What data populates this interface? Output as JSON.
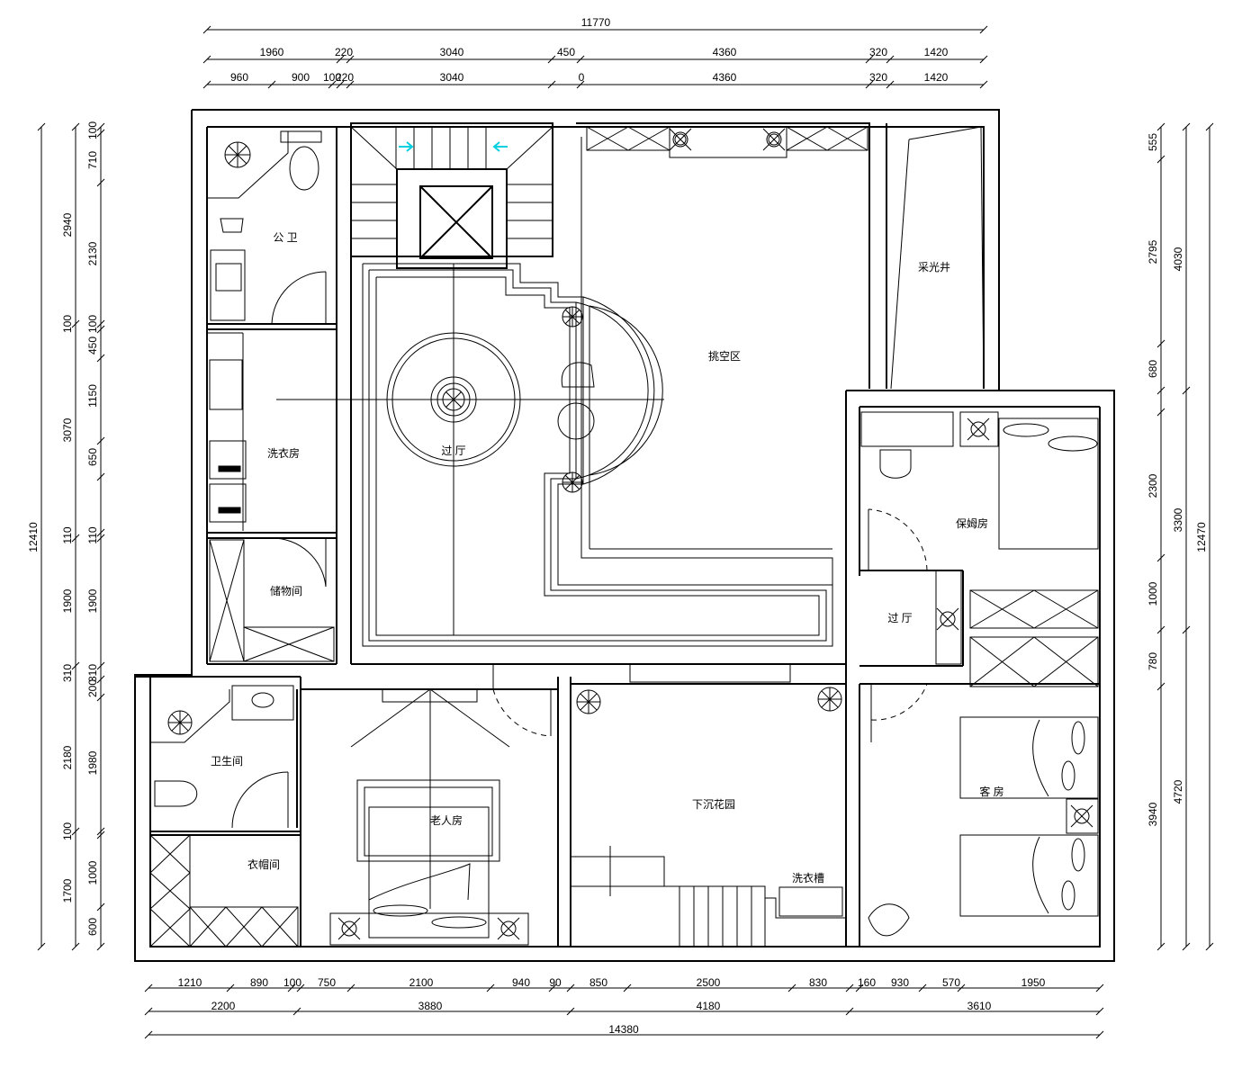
{
  "colors": {
    "line": "#000000",
    "background": "#ffffff",
    "arrow": "#00d0e0"
  },
  "dimensions": {
    "top_total": "11770",
    "top_row1": [
      "1960",
      "220",
      "3040",
      "450",
      "4360",
      "320",
      "1420"
    ],
    "top_row2": [
      "960",
      "900",
      "100",
      "220",
      "3040",
      "0",
      "4360",
      "320",
      "1420"
    ],
    "bottom_row1": [
      "1210",
      "890",
      "100",
      "750",
      "2100",
      "940",
      "90",
      "850",
      "2500",
      "830",
      "160",
      "930",
      "570",
      "1950"
    ],
    "bottom_row2": [
      "2200",
      "3880",
      "4180",
      "3610"
    ],
    "bottom_total": "14380",
    "left_total": "12410",
    "left_row1": [
      "2940",
      "3070",
      "1900",
      "2180",
      "1700"
    ],
    "left_row2": [
      "100",
      "710",
      "2130",
      "100",
      "100",
      "450",
      "1150",
      "650",
      "110",
      "110",
      "1900",
      "310",
      "310",
      "200",
      "1980",
      "100",
      "1000",
      "600"
    ],
    "right_total": "12470",
    "right_row1": [
      "4030",
      "3300",
      "4720"
    ],
    "right_row2": [
      "555",
      "2795",
      "680",
      "2300",
      "1000",
      "780",
      "3940"
    ]
  },
  "rooms": {
    "public_bath": "公 卫",
    "laundry": "洗衣房",
    "storage": "储物间",
    "hall_main": "过 厅",
    "void_area": "挑空区",
    "lightwell": "采光井",
    "nanny_room": "保姆房",
    "hall_side": "过 厅",
    "bathroom": "卫生间",
    "cloakroom": "衣帽间",
    "elder_room": "老人房",
    "sunken_garden": "下沉花园",
    "laundry_sink": "洗衣槽",
    "guest_room": "客 房"
  }
}
